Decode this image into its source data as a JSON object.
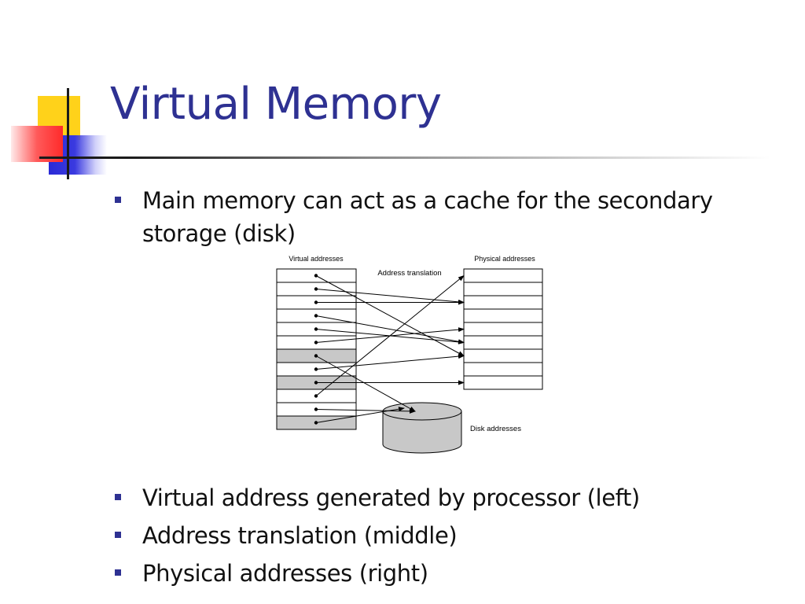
{
  "title": "Virtual Memory",
  "bullets": [
    "Main memory can act as a cache for the secondary storage (disk)",
    "Virtual address generated by processor  (left)",
    "Address translation (middle)",
    "Physical addresses (right)"
  ],
  "diagram": {
    "virtual_label": "Virtual addresses",
    "translation_label": "Address translation",
    "physical_label": "Physical addresses",
    "disk_label": "Disk addresses",
    "colors": {
      "shaded": "#c8c8c8",
      "disk": "#c8c8c8",
      "stroke": "#000000"
    }
  },
  "colors": {
    "title": "#2e3192",
    "bullet": "#2e3192",
    "accent_yellow": "#ffd21a",
    "accent_red": "#ff2a2a",
    "accent_blue": "#2a2ad6"
  }
}
